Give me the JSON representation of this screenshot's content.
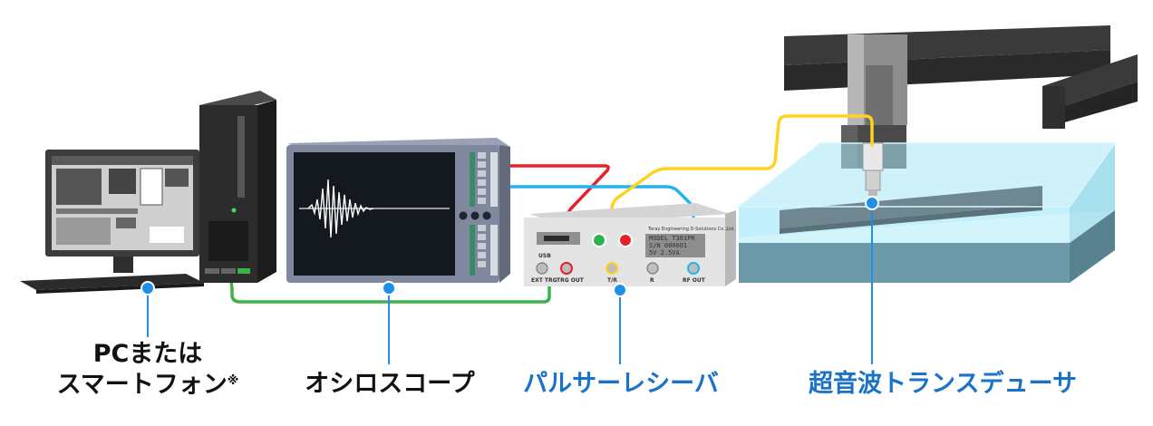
{
  "labels": {
    "pc_line1": "PCまたは",
    "pc_line2": "スマートフォン",
    "pc_note": "※",
    "oscilloscope": "オシロスコープ",
    "pulser_receiver": "パルサーレシーバ",
    "transducer": "超音波トランスデューサ"
  },
  "pulser_panel": {
    "maker": "Toray Engineering D-Solutions Co.,Ltd.",
    "usb": "USB",
    "model_line": "MODEL  T301PR",
    "sn_line": "S/N    000001",
    "power_line": "5V      2.5VA",
    "ports": [
      "EXT TRG",
      "TRG OUT",
      "T/R",
      "R",
      "RF OUT"
    ]
  },
  "colors": {
    "label_blue": "#1a73c9",
    "marker_blue": "#1e90e8",
    "cable_red": "#e8202a",
    "cable_cyan": "#22b4ee",
    "cable_yellow": "#ffd21f",
    "cable_green": "#3db24a"
  }
}
